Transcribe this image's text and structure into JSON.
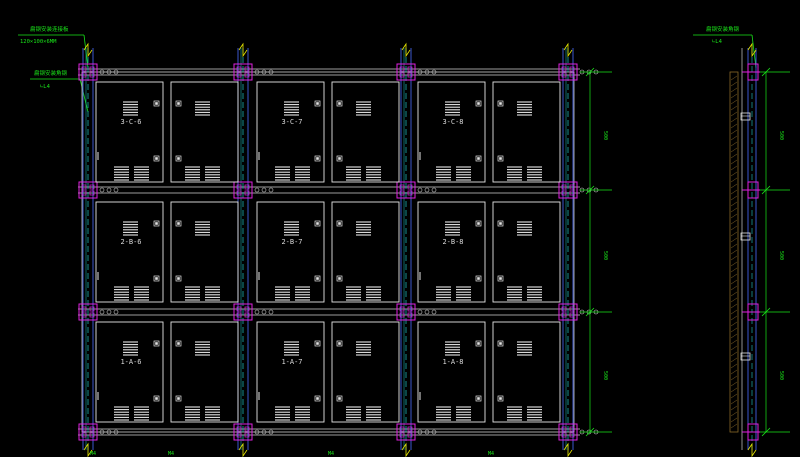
{
  "drawing": {
    "background": "#000000",
    "colors": {
      "panel": "#e6e6e6",
      "magenta": "#e020e0",
      "cyan": "#20c8c8",
      "blue": "#4a6cff",
      "green": "#19e619",
      "yellow": "#e6e600",
      "brown": "#8a6a2a"
    },
    "notes": {
      "left_top_line1": "扁钢安装连接板",
      "left_top_line2": "120×100×6MM",
      "left_mid_line1": "扁钢安装角钢",
      "left_mid_line2": "∟L4",
      "right_top_line1": "扁钢安装角钢",
      "right_top_line2": "∟L4"
    },
    "cabinet_labels": [
      [
        "3-C-6",
        "3-C-7",
        "3-C-8"
      ],
      [
        "2-B-6",
        "2-B-7",
        "2-B-8"
      ],
      [
        "1-A-6",
        "1-A-7",
        "1-A-8"
      ]
    ],
    "row_dimensions": [
      "500",
      "500",
      "500"
    ],
    "bottom_marks": [
      "M4",
      "M4",
      "M4",
      "M4"
    ]
  }
}
